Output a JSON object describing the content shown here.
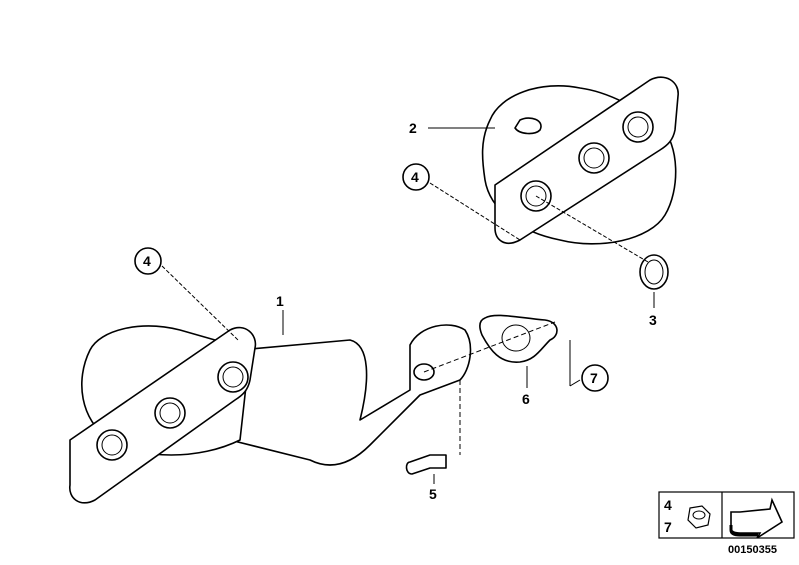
{
  "callouts": {
    "c1": "1",
    "c2": "2",
    "c3": "3",
    "c4_upper": "4",
    "c4_lower": "4",
    "c5": "5",
    "c6": "6",
    "c7": "7"
  },
  "legend": {
    "items": [
      "4",
      "7"
    ],
    "nut_icon": "hex-nut-icon",
    "arrow_icon": "arrow-icon"
  },
  "diagram_number": "00150355"
}
